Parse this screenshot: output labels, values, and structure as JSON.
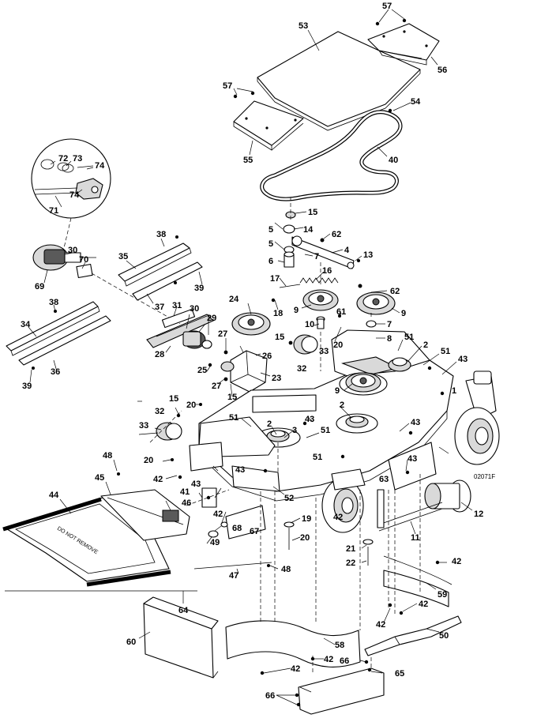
{
  "figure_code": "02071F",
  "decal_text": "DO NOT REMOVE",
  "callouts": [
    {
      "id": "c1",
      "label": "1"
    },
    {
      "id": "c2a",
      "label": "2"
    },
    {
      "id": "c2b",
      "label": "2"
    },
    {
      "id": "c2c",
      "label": "2"
    },
    {
      "id": "c3",
      "label": "3"
    },
    {
      "id": "c4",
      "label": "4"
    },
    {
      "id": "c5a",
      "label": "5"
    },
    {
      "id": "c5b",
      "label": "5"
    },
    {
      "id": "c6",
      "label": "6"
    },
    {
      "id": "c7a",
      "label": "7"
    },
    {
      "id": "c7b",
      "label": "7"
    },
    {
      "id": "c8",
      "label": "8"
    },
    {
      "id": "c9a",
      "label": "9"
    },
    {
      "id": "c9b",
      "label": "9"
    },
    {
      "id": "c9c",
      "label": "9"
    },
    {
      "id": "c10",
      "label": "10"
    },
    {
      "id": "c11",
      "label": "11"
    },
    {
      "id": "c12",
      "label": "12"
    },
    {
      "id": "c13",
      "label": "13"
    },
    {
      "id": "c14",
      "label": "14"
    },
    {
      "id": "c15a",
      "label": "15"
    },
    {
      "id": "c15b",
      "label": "15"
    },
    {
      "id": "c15c",
      "label": "15"
    },
    {
      "id": "c15d",
      "label": "15"
    },
    {
      "id": "c16",
      "label": "16"
    },
    {
      "id": "c17",
      "label": "17"
    },
    {
      "id": "c18",
      "label": "18"
    },
    {
      "id": "c19",
      "label": "19"
    },
    {
      "id": "c20a",
      "label": "20"
    },
    {
      "id": "c20b",
      "label": "20"
    },
    {
      "id": "c20c",
      "label": "20"
    },
    {
      "id": "c20d",
      "label": "20"
    },
    {
      "id": "c21",
      "label": "21"
    },
    {
      "id": "c22",
      "label": "22"
    },
    {
      "id": "c23",
      "label": "23"
    },
    {
      "id": "c24",
      "label": "24"
    },
    {
      "id": "c25",
      "label": "25"
    },
    {
      "id": "c26",
      "label": "26"
    },
    {
      "id": "c27a",
      "label": "27"
    },
    {
      "id": "c27b",
      "label": "27"
    },
    {
      "id": "c28",
      "label": "28"
    },
    {
      "id": "c29",
      "label": "29"
    },
    {
      "id": "c30a",
      "label": "30"
    },
    {
      "id": "c30b",
      "label": "30"
    },
    {
      "id": "c31",
      "label": "31"
    },
    {
      "id": "c32a",
      "label": "32"
    },
    {
      "id": "c32b",
      "label": "32"
    },
    {
      "id": "c33a",
      "label": "33"
    },
    {
      "id": "c33b",
      "label": "33"
    },
    {
      "id": "c34",
      "label": "34"
    },
    {
      "id": "c35",
      "label": "35"
    },
    {
      "id": "c36",
      "label": "36"
    },
    {
      "id": "c37",
      "label": "37"
    },
    {
      "id": "c38a",
      "label": "38"
    },
    {
      "id": "c38b",
      "label": "38"
    },
    {
      "id": "c39a",
      "label": "39"
    },
    {
      "id": "c39b",
      "label": "39"
    },
    {
      "id": "c40",
      "label": "40"
    },
    {
      "id": "c41",
      "label": "41"
    },
    {
      "id": "c42a",
      "label": "42"
    },
    {
      "id": "c42b",
      "label": "42"
    },
    {
      "id": "c42c",
      "label": "42"
    },
    {
      "id": "c42d",
      "label": "42"
    },
    {
      "id": "c42e",
      "label": "42"
    },
    {
      "id": "c42f",
      "label": "42"
    },
    {
      "id": "c42g",
      "label": "42"
    },
    {
      "id": "c43a",
      "label": "43"
    },
    {
      "id": "c43b",
      "label": "43"
    },
    {
      "id": "c43c",
      "label": "43"
    },
    {
      "id": "c43d",
      "label": "43"
    },
    {
      "id": "c43e",
      "label": "43"
    },
    {
      "id": "c43f",
      "label": "43"
    },
    {
      "id": "c44",
      "label": "44"
    },
    {
      "id": "c45",
      "label": "45"
    },
    {
      "id": "c46",
      "label": "46"
    },
    {
      "id": "c47",
      "label": "47"
    },
    {
      "id": "c48a",
      "label": "48"
    },
    {
      "id": "c48b",
      "label": "48"
    },
    {
      "id": "c49",
      "label": "49"
    },
    {
      "id": "c50",
      "label": "50"
    },
    {
      "id": "c51a",
      "label": "51"
    },
    {
      "id": "c51b",
      "label": "51"
    },
    {
      "id": "c51c",
      "label": "51"
    },
    {
      "id": "c51d",
      "label": "51"
    },
    {
      "id": "c51e",
      "label": "51"
    },
    {
      "id": "c52",
      "label": "52"
    },
    {
      "id": "c53",
      "label": "53"
    },
    {
      "id": "c54",
      "label": "54"
    },
    {
      "id": "c55",
      "label": "55"
    },
    {
      "id": "c56",
      "label": "56"
    },
    {
      "id": "c57a",
      "label": "57"
    },
    {
      "id": "c57b",
      "label": "57"
    },
    {
      "id": "c58",
      "label": "58"
    },
    {
      "id": "c59",
      "label": "59"
    },
    {
      "id": "c60",
      "label": "60"
    },
    {
      "id": "c61",
      "label": "61"
    },
    {
      "id": "c62a",
      "label": "62"
    },
    {
      "id": "c62b",
      "label": "62"
    },
    {
      "id": "c63",
      "label": "63"
    },
    {
      "id": "c64",
      "label": "64"
    },
    {
      "id": "c65",
      "label": "65"
    },
    {
      "id": "c66a",
      "label": "66"
    },
    {
      "id": "c66b",
      "label": "66"
    },
    {
      "id": "c67",
      "label": "67"
    },
    {
      "id": "c68",
      "label": "68"
    },
    {
      "id": "c69",
      "label": "69"
    },
    {
      "id": "c70",
      "label": "70"
    },
    {
      "id": "c71",
      "label": "71"
    },
    {
      "id": "c72",
      "label": "72"
    },
    {
      "id": "c73",
      "label": "73"
    },
    {
      "id": "c74a",
      "label": "74"
    },
    {
      "id": "c74b",
      "label": "74"
    }
  ]
}
